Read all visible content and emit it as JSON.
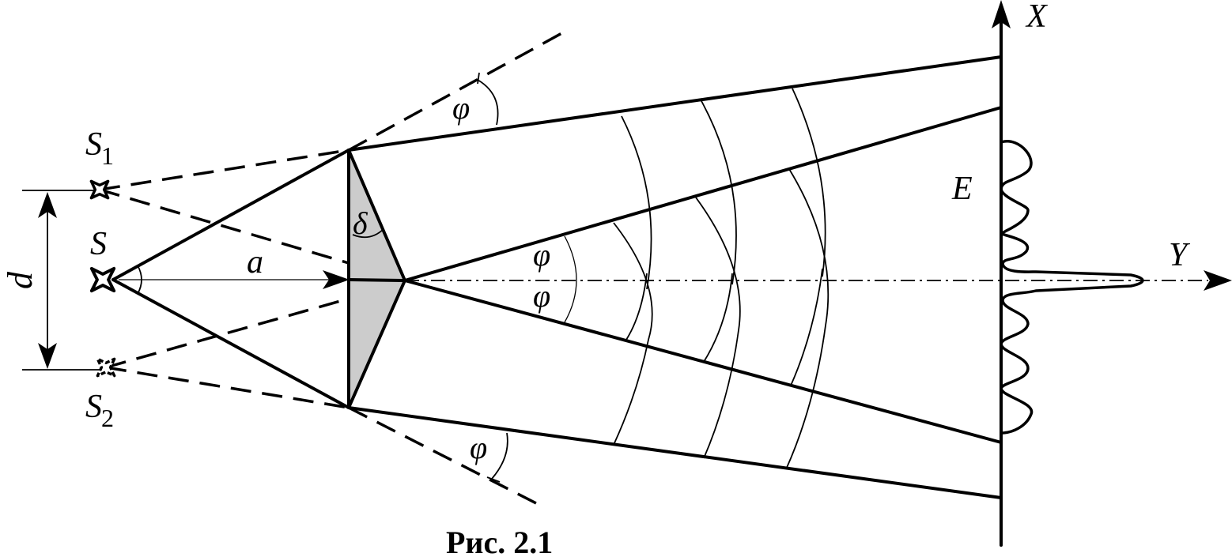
{
  "labels": {
    "source": "S",
    "source1_letter": "S",
    "source1_index": "1",
    "source2_letter": "S",
    "source2_index": "2",
    "distance_d": "d",
    "distance_a": "a",
    "delta": "δ",
    "phi_top": "φ",
    "phi_mid_upper": "φ",
    "phi_mid_lower": "φ",
    "phi_bottom": "φ",
    "screen_E": "E",
    "axis_x": "X",
    "axis_y": "Y"
  },
  "caption": "Рис. 2.1",
  "colors": {
    "ink": "#000000",
    "prism_fill": "#cccccc",
    "background": "#ffffff"
  }
}
